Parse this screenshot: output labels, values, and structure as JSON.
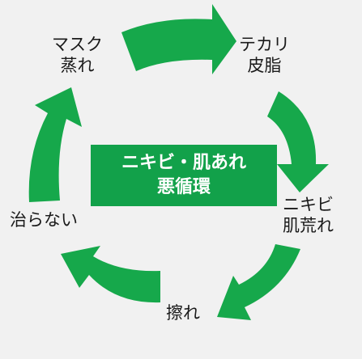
{
  "accent_color": "#16a84b",
  "center": {
    "line1": "ニキビ・肌あれ",
    "line2": "悪循環"
  },
  "nodes": {
    "mask": {
      "line1": "マスク",
      "line2": "蒸れ"
    },
    "shine": {
      "line1": "テカリ",
      "line2": "皮脂"
    },
    "acne": {
      "line1": "ニキビ",
      "line2": "肌荒れ"
    },
    "rub": {
      "line1": "擦れ"
    },
    "noheal": {
      "line1": "治らない"
    }
  },
  "arrows": [
    {
      "from": "マスク 蒸れ",
      "to": "テカリ 皮脂"
    },
    {
      "from": "テカリ 皮脂",
      "to": "ニキビ 肌荒れ"
    },
    {
      "from": "ニキビ 肌荒れ",
      "to": "擦れ"
    },
    {
      "from": "擦れ",
      "to": "治らない"
    },
    {
      "from": "治らない",
      "to": "マスク 蒸れ"
    }
  ]
}
